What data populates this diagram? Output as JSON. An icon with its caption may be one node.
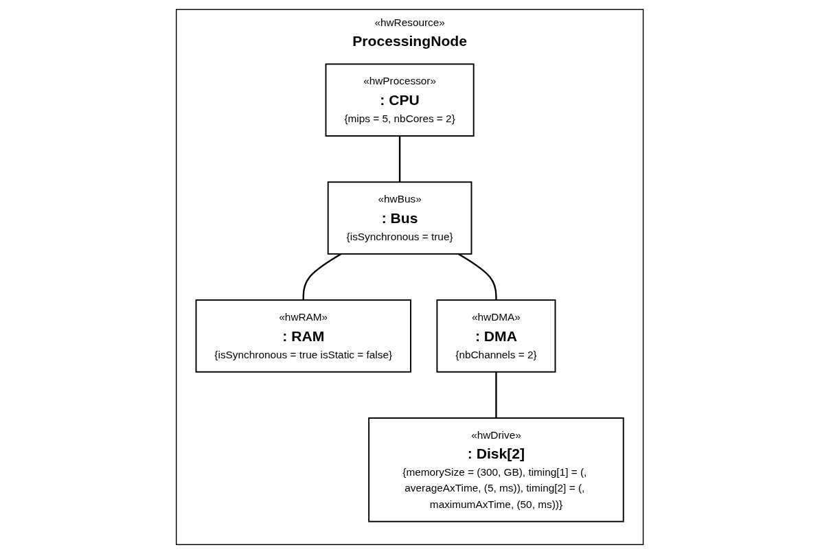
{
  "diagram": {
    "nodes": [
      {
        "text": [
          "«hwResource»",
          "ProcessingNode"
        ]
      },
      {
        "text": [
          "«hwProcessor»",
          ": CPU",
          "{mips = 5, nbCores = 2}"
        ],
        "in": 0
      },
      {
        "text": [
          "«hwBus»",
          ": Bus",
          "{isSynchronous = true}"
        ],
        "in": 0
      },
      {
        "text": [
          "«hwRAM»",
          ": RAM",
          "{isSynchronous = true isStatic = false}"
        ],
        "in": 0
      },
      {
        "text": [
          "«hwDMA»",
          ": DMA",
          "{nbChannels = 2}"
        ],
        "in": 0
      },
      {
        "text": [
          "«hwDrive»",
          ": Disk[2]",
          "{memorySize = (300, GB), timing[1] = (, averageAxTime, (5, ms)), timing[2] = (, maximumAxTime, (50, ms))}"
        ],
        "in": 0
      }
    ],
    "edges": [
      {
        "from": 1,
        "to": 2,
        "arrow": "none"
      },
      {
        "from": 2,
        "to": 3,
        "arrow": "none"
      },
      {
        "from": 2,
        "to": 4,
        "arrow": "none"
      },
      {
        "from": 4,
        "to": 5,
        "arrow": "none"
      }
    ]
  }
}
